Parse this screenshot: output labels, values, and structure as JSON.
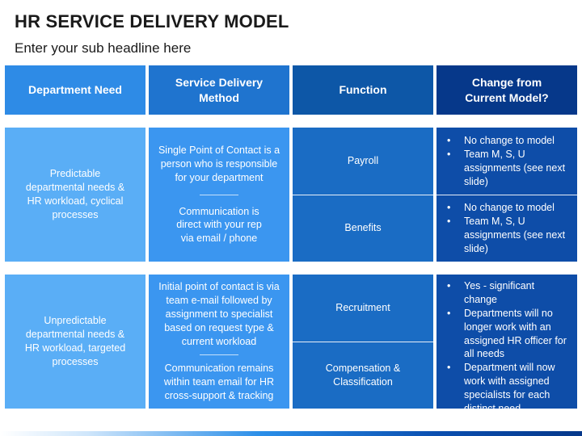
{
  "title": "HR SERVICE DELIVERY MODEL",
  "subtitle": "Enter your sub headline here",
  "headers": {
    "department_need": "Department Need",
    "service_delivery_method": "Service Delivery Method",
    "function": "Function",
    "change": "Change from Current Model?"
  },
  "rows": [
    {
      "department_need": "Predictable departmental needs & HR workload, cyclical processes",
      "methods": [
        "Single Point of Contact is a person who is responsible for your department",
        "Communication is direct with your rep via email / phone"
      ],
      "functions": [
        {
          "name": "Payroll",
          "changes": [
            "No change to model",
            "Team M, S, U assignments (see next slide)"
          ]
        },
        {
          "name": "Benefits",
          "changes": [
            "No change to model",
            "Team M, S, U assignments (see next slide)"
          ]
        }
      ]
    },
    {
      "department_need": "Unpredictable departmental needs & HR workload, targeted processes",
      "methods": [
        "Initial point of contact is via team e-mail followed by assignment to specialist based on request type & current workload",
        "Communication remains within team email for HR cross-support & tracking"
      ],
      "functions": [
        {
          "name": "Recruitment"
        },
        {
          "name": "Compensation & Classification"
        }
      ],
      "changes": [
        "Yes - significant change",
        "Departments will no longer work with an assigned HR officer for all needs",
        "Department will now work with assigned specialists for each distinct need"
      ]
    }
  ],
  "bullet_glyph": "•",
  "colors": {
    "col1": "#5aaef6",
    "col2": "#3b96f0",
    "col3": "#1a6cc4",
    "col4": "#0e4da8"
  }
}
